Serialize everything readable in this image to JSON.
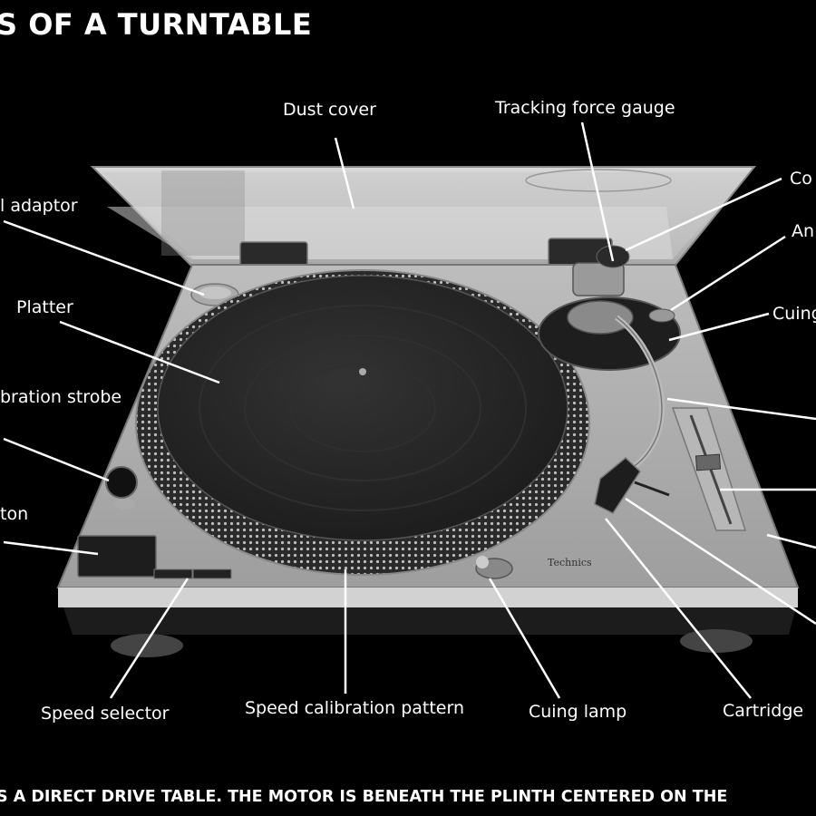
{
  "title": "S OF A TURNTABLE",
  "caption": "S A DIRECT DRIVE TABLE. THE MOTOR IS BENEATH THE PLINTH CENTERED ON THE",
  "labels": {
    "dust_cover": "Dust cover",
    "tracking_force_gauge": "Tracking force gauge",
    "counterweight": "Co",
    "anti_skate": "An",
    "cuing_lever": "Cuing",
    "adaptor": "l adaptor",
    "platter": "Platter",
    "calibration_strobe": "bration strobe",
    "start_button": "ton",
    "speed_selector": "Speed selector",
    "speed_calibration_pattern": "Speed calibration pattern",
    "cuing_lamp": "Cuing lamp",
    "cartridge": "Cartridge"
  },
  "brand": "Technics",
  "colors": {
    "background": "#000000",
    "label_text": "#ffffff",
    "leader_line": "#ffffff",
    "plinth": "#c6c6c6",
    "platter": "#272727"
  }
}
